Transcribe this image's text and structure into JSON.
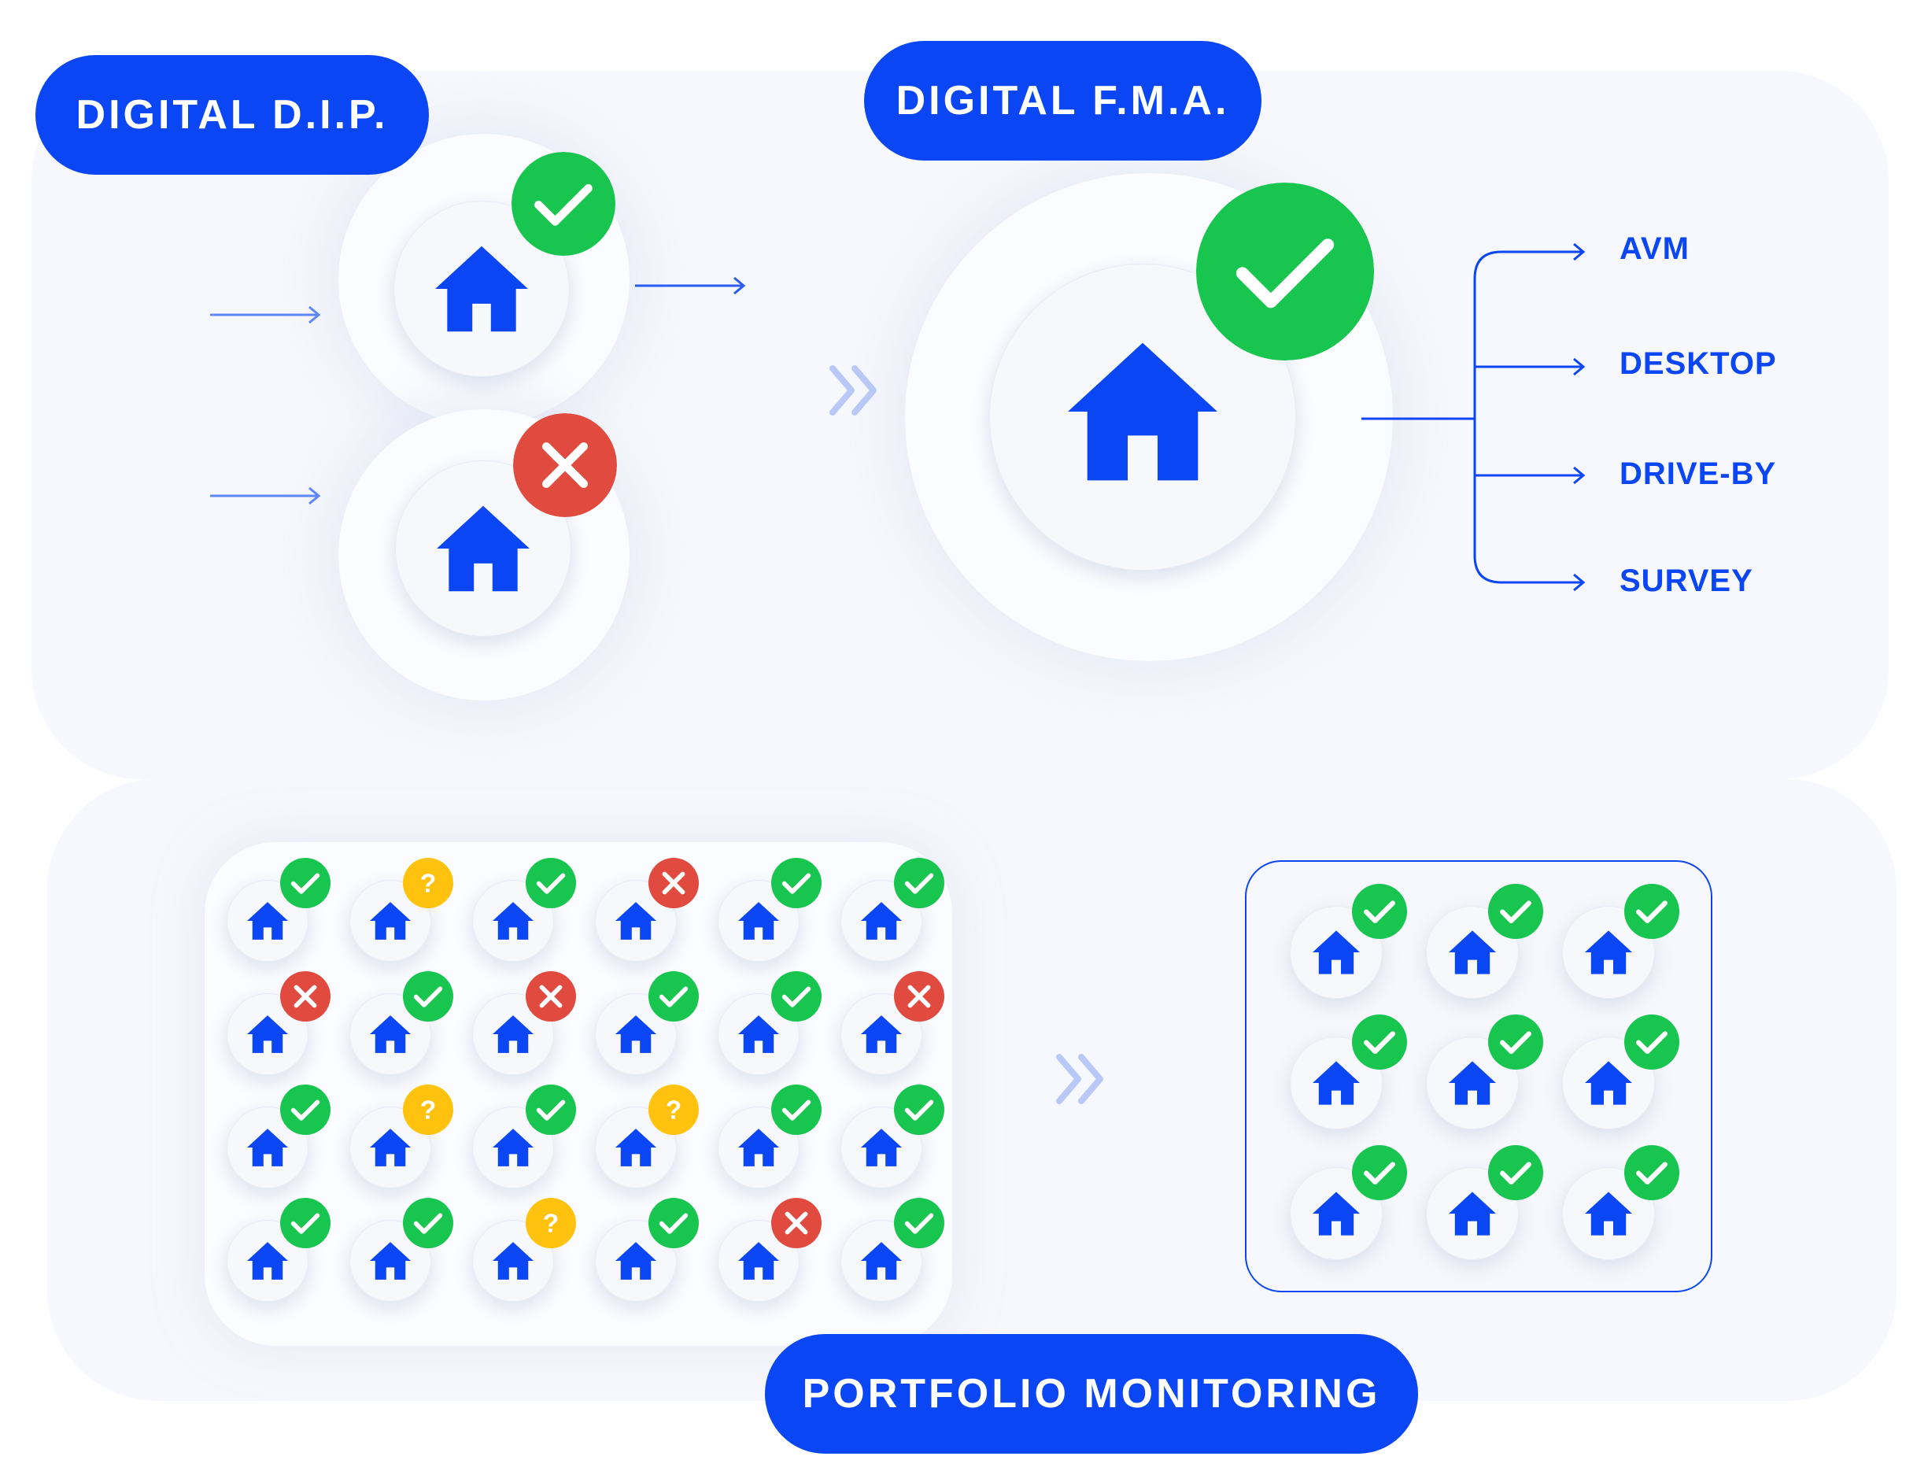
{
  "labels": {
    "dip": "DIGITAL D.I.P.",
    "fma": "DIGITAL F.M.A.",
    "portfolio": "PORTFOLIO MONITORING"
  },
  "routes": [
    "AVM",
    "DESKTOP",
    "DRIVE-BY",
    "SURVEY"
  ],
  "colors": {
    "brand_blue": "#0b46f4",
    "approved_green": "#18c54f",
    "rejected_red": "#e04a3f",
    "pending_yellow": "#ffc20e",
    "background": "#f7f8fd"
  },
  "icons": {
    "house": "house-icon",
    "approved": "check-icon",
    "rejected": "cross-icon",
    "pending": "question-icon",
    "advance": "double-chevron-icon"
  },
  "dip_items": [
    {
      "status": "approved"
    },
    {
      "status": "rejected"
    }
  ],
  "fma_item": {
    "status": "approved"
  },
  "portfolio_grid": {
    "rows": [
      [
        "approved",
        "pending",
        "approved",
        "rejected",
        "approved",
        "approved"
      ],
      [
        "rejected",
        "approved",
        "rejected",
        "approved",
        "approved",
        "rejected"
      ],
      [
        "approved",
        "pending",
        "approved",
        "pending",
        "approved",
        "approved"
      ],
      [
        "approved",
        "approved",
        "pending",
        "approved",
        "rejected",
        "approved"
      ]
    ],
    "pending_text": "?"
  },
  "monitored_grid": {
    "rows": [
      [
        "approved",
        "approved",
        "approved"
      ],
      [
        "approved",
        "approved",
        "approved"
      ],
      [
        "approved",
        "approved",
        "approved"
      ]
    ]
  }
}
